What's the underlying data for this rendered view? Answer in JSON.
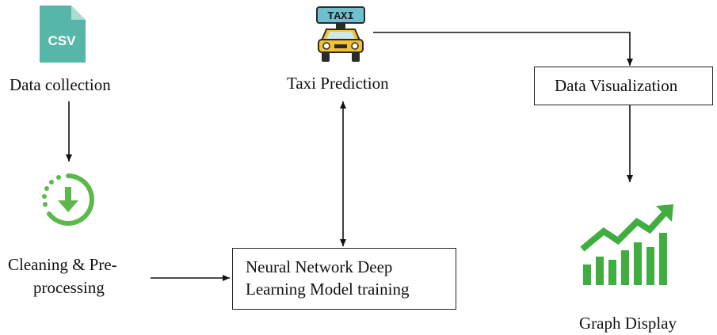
{
  "nodes": {
    "data_collection": {
      "icon": "csv-file-icon",
      "icon_text": "CSV",
      "label": "Data collection"
    },
    "cleaning": {
      "icon": "download-progress-icon",
      "label_line1": "Cleaning & Pre-",
      "label_line2": "processing"
    },
    "model_training": {
      "label_line1": "Neural Network Deep",
      "label_line2": "Learning Model training"
    },
    "taxi_prediction": {
      "icon": "taxi-car-icon",
      "icon_text": "TAXI",
      "label": "Taxi Prediction"
    },
    "data_visualization": {
      "label": "Data Visualization"
    },
    "graph_display": {
      "icon": "bar-chart-trend-icon",
      "label": "Graph Display"
    }
  },
  "colors": {
    "csv_icon": "#56b6a7",
    "download_icon": "#5cb84a",
    "chart_icon": "#3fae3f",
    "taxi_sign": "#6ec0d0",
    "taxi_body": "#f2c230",
    "line": "#111111"
  }
}
